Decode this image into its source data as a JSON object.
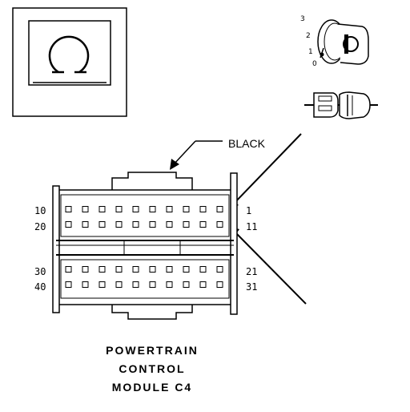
{
  "symbol_panel": {
    "icon": "ground-omega-icon"
  },
  "ignition_key": {
    "icon": "ignition-key-icon",
    "positions": [
      "3",
      "2",
      "1",
      "0"
    ]
  },
  "connector_icon": "connector-plug-icon",
  "callout": {
    "color_label": "BLACK"
  },
  "connector": {
    "top_row_1_left": "10",
    "top_row_1_right": "1",
    "top_row_2_left": "20",
    "top_row_2_right": "11",
    "bottom_row_1_left": "30",
    "bottom_row_1_right": "21",
    "bottom_row_2_left": "40",
    "bottom_row_2_right": "31"
  },
  "title": {
    "line1": "POWERTRAIN",
    "line2": "CONTROL",
    "line3": "MODULE C4"
  }
}
